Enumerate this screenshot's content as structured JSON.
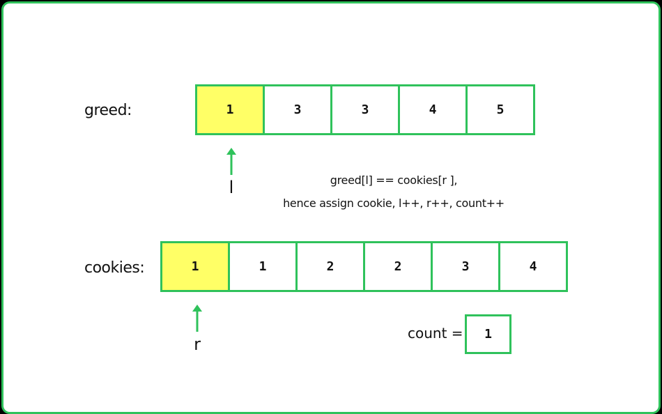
{
  "colors": {
    "border": "#2fc25b",
    "highlight": "#ffff66",
    "arrow": "#2fc25b"
  },
  "greed": {
    "label": "greed:",
    "values": [
      "1",
      "3",
      "3",
      "4",
      "5"
    ],
    "highlight_index": 0,
    "pointer": "l"
  },
  "cookies": {
    "label": "cookies:",
    "values": [
      "1",
      "1",
      "2",
      "2",
      "3",
      "4"
    ],
    "highlight_index": 0,
    "pointer": "r"
  },
  "note": {
    "line1": "greed[l] == cookies[r ],",
    "line2": "hence assign cookie, l++, r++, count++"
  },
  "count": {
    "label": "count =",
    "value": "1"
  }
}
